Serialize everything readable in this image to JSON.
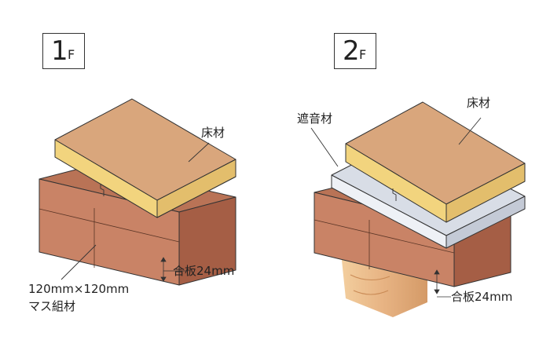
{
  "floor1": {
    "badge_number": "1",
    "badge_suffix": "F",
    "flooring_label": "床材",
    "plywood_label": "合板24mm",
    "beam_size_label": "120mm×120mm",
    "beam_type_label": "マス組材"
  },
  "floor2": {
    "badge_number": "2",
    "badge_suffix": "F",
    "flooring_label": "床材",
    "sound_insulation_label": "遮音材",
    "plywood_label": "合板24mm"
  },
  "colors": {
    "flooring_top": "#d9a67c",
    "flooring_side": "#f2d47e",
    "plywood_top": "#b97356",
    "plywood_side": "#a55e45",
    "plywood_front": "#c98366",
    "sound_insulation": "#d8dde6",
    "post": "#e9b98a",
    "outline": "#333333"
  }
}
